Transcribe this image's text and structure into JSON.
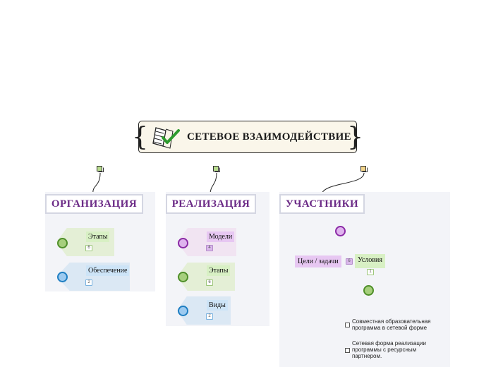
{
  "title": {
    "text": "СЕТЕВОЕ  ВЗАИМОДЕЙСТВИЕ",
    "icon": "checklist-icon"
  },
  "sections": {
    "organization": {
      "header": "ОРГАНИЗАЦИЯ",
      "items": [
        {
          "label": "Этапы",
          "count": "6",
          "color": "green"
        },
        {
          "label": "Обеспечение",
          "count": "2",
          "color": "blue"
        }
      ]
    },
    "realization": {
      "header": "РЕАЛИЗАЦИЯ",
      "items": [
        {
          "label": "Модели",
          "count": "4",
          "color": "purple"
        },
        {
          "label": "Этапы",
          "count": "6",
          "color": "green"
        },
        {
          "label": "Виды",
          "count": "2",
          "color": "blue"
        }
      ]
    },
    "participants": {
      "header": "УЧАСТНИКИ",
      "goals_label": "Цели / задачи",
      "goals_count": "6",
      "conditions_label": "Условия",
      "conditions_count": "1",
      "notes": [
        "Совместная образовательная программа в сетевой форме",
        "Сетевая форма реализации программы с ресурсным партнером."
      ]
    }
  },
  "colors": {
    "green": "#4f8f2a",
    "blue": "#1e7ec2",
    "purple": "#8b2aa6",
    "header_text": "#6b2a86"
  }
}
